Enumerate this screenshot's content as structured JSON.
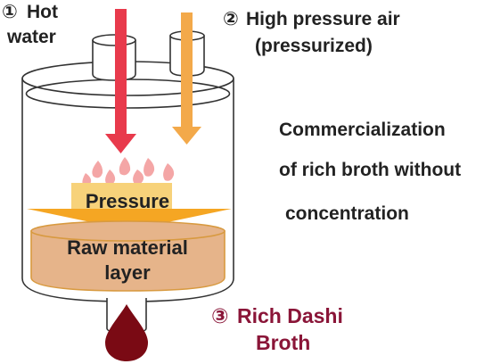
{
  "labels": {
    "hot_water": {
      "number": "①",
      "line1": "Hot",
      "line2": "water"
    },
    "high_pressure_air": {
      "number": "②",
      "line1": "High pressure air",
      "line2": "(pressurized)"
    },
    "pressure": "Pressure",
    "raw_material": {
      "line1": "Raw material",
      "line2": "layer"
    },
    "result": {
      "number": "③",
      "line1": "Rich Dashi",
      "line2": "Broth"
    }
  },
  "description": {
    "line1": "Commercialization",
    "line2": "of rich broth without",
    "line3": "concentration"
  },
  "colors": {
    "hot_water_arrow": "#e83a4c",
    "air_arrow": "#f3a94a",
    "pressure_arrow": "#f5a623",
    "pressure_band": "#f7d27a",
    "raw_material_fill": "#e6b48a",
    "raw_material_stroke": "#d89a40",
    "broth_drop": "#7a0a14",
    "result_text": "#8a1538",
    "droplets": "#f4a6a6"
  }
}
